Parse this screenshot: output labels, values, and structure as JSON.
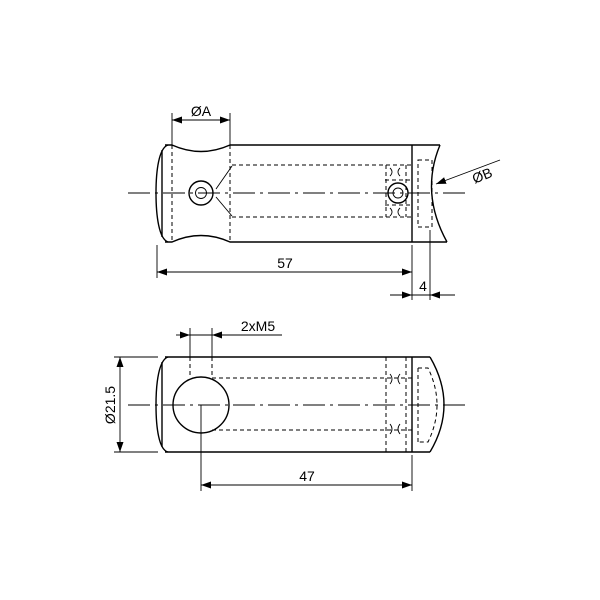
{
  "drawing": {
    "top_view": {
      "dia_a_label": "ØA",
      "dia_b_label": "ØB",
      "length_label": "57",
      "offset_label": "4"
    },
    "bottom_view": {
      "thread_label": "2xM5",
      "diameter_label": "Ø21.5",
      "length_label": "47"
    }
  },
  "colors": {
    "line": "#000000",
    "background": "#ffffff"
  }
}
